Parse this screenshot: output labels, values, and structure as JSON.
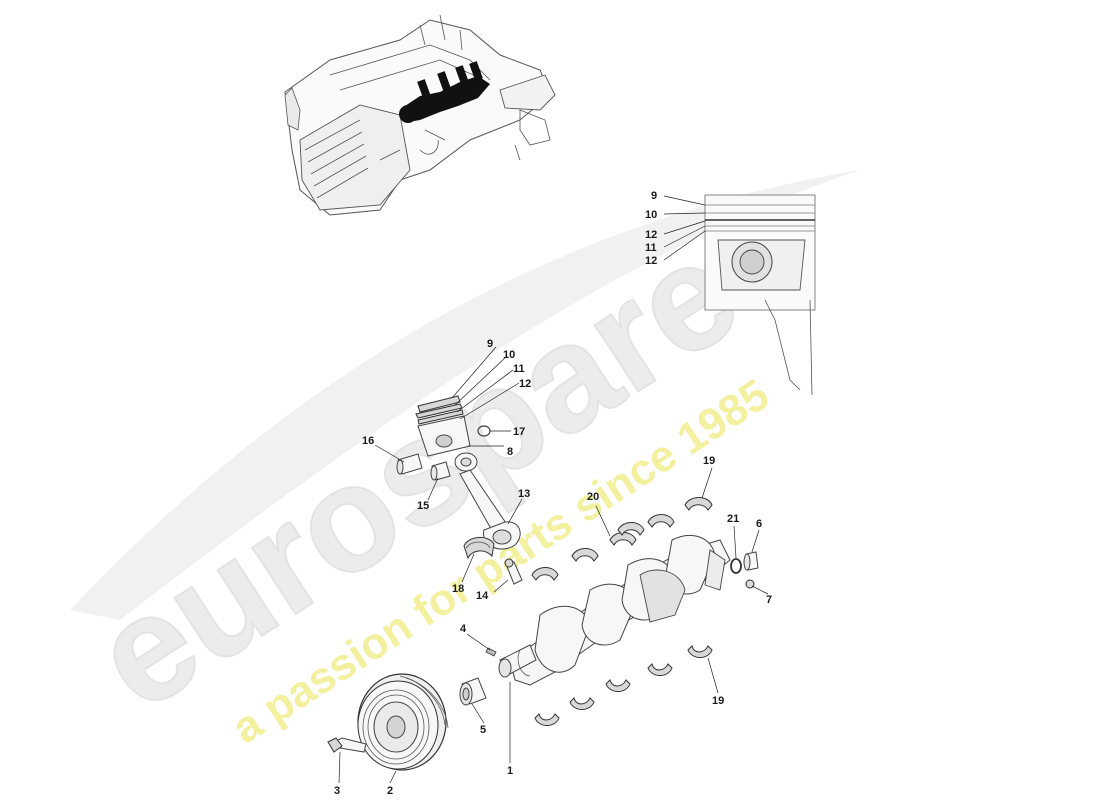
{
  "watermark": {
    "brand": "eurospares",
    "tagline": "a passion for parts since 1985",
    "brand_color": "#ececec",
    "tagline_color": "#f3f0a0"
  },
  "callouts": {
    "c1": "1",
    "c2": "2",
    "c3": "3",
    "c4": "4",
    "c5": "5",
    "c6": "6",
    "c7": "7",
    "c8": "8",
    "c9a": "9",
    "c10a": "10",
    "c11a": "11",
    "c12a": "12",
    "c13": "13",
    "c14": "14",
    "c15": "15",
    "c16": "16",
    "c17": "17",
    "c18": "18",
    "c19a": "19",
    "c19b": "19",
    "c20": "20",
    "c21": "21",
    "c9b": "9",
    "c10b": "10",
    "c12b": "12",
    "c11b": "11",
    "c12c": "12"
  }
}
